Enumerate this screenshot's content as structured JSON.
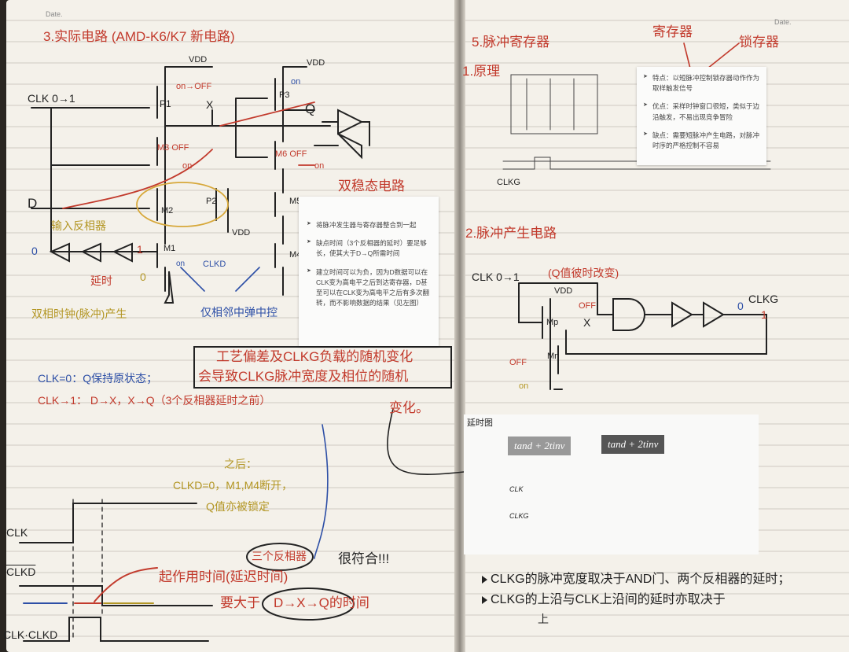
{
  "left_page": {
    "date_label": "Date.",
    "title": "3.实际电路 (AMD-K6/K7 新电路)",
    "circuit": {
      "vdd_1": "VDD",
      "vdd_2": "VDD",
      "vdd_3": "VDD",
      "clk_input": "CLK 0→1",
      "d_input": "D",
      "q_output": "Q",
      "p1": "P1",
      "p1_state": "on→OFF",
      "x_node": "X",
      "p3": "P3",
      "p3_state": "on",
      "m3": "M3 OFF",
      "m3_state": "on",
      "m6": "M6 OFF",
      "m6_state": "on",
      "m2": "M2",
      "p2": "P2",
      "m5": "M5",
      "m1": "M1",
      "m1_state": "on",
      "m4": "M4",
      "input_inverter": "输入反相器",
      "delay": "延时",
      "clkd": "CLKD",
      "zero_1": "0",
      "one_1": "1",
      "zero_2": "0",
      "pulse_gen": "双相时钟(脉冲)产生",
      "inverter_chain": "仅相邻中弹中控",
      "bistable": "双稳态电路"
    },
    "red_box": [
      "工艺偏差及CLKG负载的随机变化",
      "会导致CLKG脉冲宽度及相位的随机",
      "变化。"
    ],
    "notes": {
      "clk0": "CLK=0：Q保持原状态；",
      "clk1": "CLK→1： D→X，X→Q（3个反相器延时之前）",
      "after": "之后：",
      "clkd0": "CLKD=0，M1,M4断开，",
      "locked": "Q值亦被锁定"
    },
    "timing": {
      "clk": "CLK",
      "clkd": "CLKD",
      "product": "CLK·CLKD",
      "active_time": "起作用时间(延迟时间)",
      "must_exceed": "要大于",
      "dxq": "D→X→Q的时间",
      "three_inv": "三个反相器",
      "comment": "很符合!!!"
    }
  },
  "printed_card": {
    "bullets": [
      "将脉冲发生器与寄存器整合到一起",
      "缺点时间（3个反相器的延时）要足够长，使其大于D→Q所需时间",
      "建立时间可以为负，因为D数据可以在CLK变为高电平之后到达寄存器，D甚至可以在CLK变为高电平之后有多次翻转，而不影响数据的结果（见左图）"
    ]
  },
  "right_page": {
    "date_label": "Date.",
    "title": "5.脉冲寄存器",
    "principle": "1.原理",
    "register": "寄存器",
    "latch": "锁存器",
    "clkg_label": "CLKG",
    "features": [
      "特点：以短脉冲控制锁存器动作作为取样触发信号",
      "优点：采样时钟窗口很短，类似于边沿触发，不易出现竞争冒险",
      "缺点：需要短脉冲产生电路，对脉冲时序的严格控制不容易"
    ],
    "pulse_section": {
      "title": "2.脉冲产生电路",
      "clk": "CLK 0→1",
      "note": "(Q值彼时改变)",
      "vdd": "VDD",
      "off_1": "OFF",
      "mp": "Mp",
      "x": "X",
      "mn": "Mn",
      "off_2": "OFF",
      "on": "on",
      "clkg": "CLKG",
      "zero": "0",
      "one": "1"
    },
    "delay_figure": {
      "title": "延时图",
      "label_1": "tand + 2tinv",
      "label_2": "tand + 2tinv",
      "clk": "CLK",
      "clkg": "CLKG"
    },
    "summary": [
      "CLKG的脉冲宽度取决于AND门、两个反相器的延时；",
      "CLKG的上沿与CLK上沿间的延时亦取决于"
    ],
    "summary_sub": "上"
  }
}
